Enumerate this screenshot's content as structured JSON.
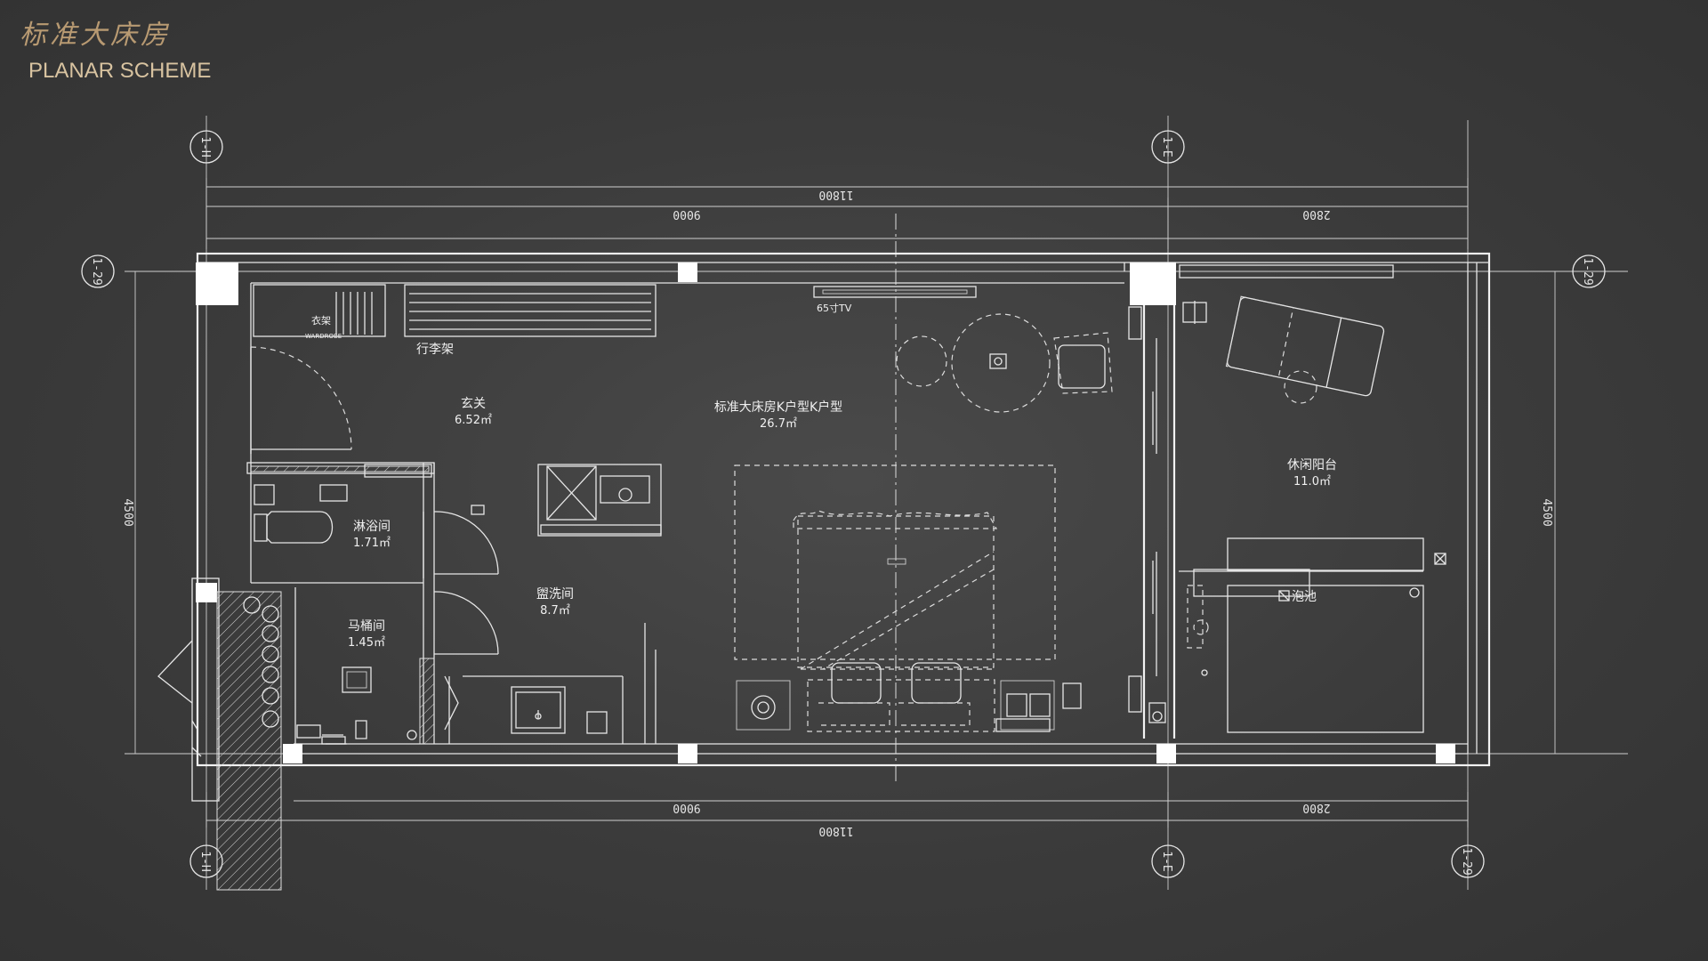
{
  "brand": {
    "title_cn": "标准大床房",
    "title_en": "PLANAR SCHEME"
  },
  "rooms": {
    "main": {
      "name": "标准大床房K户型K户型",
      "area": "26.7㎡"
    },
    "foyer": {
      "name": "玄关",
      "area": "6.52㎡"
    },
    "shower": {
      "name": "淋浴间",
      "area": "1.71㎡"
    },
    "toilet": {
      "name": "马桶间",
      "area": "1.45㎡"
    },
    "washroom": {
      "name": "盥洗间",
      "area": "8.7㎡"
    },
    "balcony": {
      "name": "休闲阳台",
      "area": "11.0㎡"
    }
  },
  "labels": {
    "wardrobe_cn": "衣架",
    "wardrobe_en": "WARDROBE",
    "luggage": "行李架",
    "tv": "65寸TV",
    "bath": "泡池"
  },
  "dimensions": {
    "total_top": "11800",
    "seg_left_top": "9000",
    "seg_right_top": "2800",
    "total_bottom": "11800",
    "seg_left_bottom": "9000",
    "seg_right_bottom": "2800",
    "depth_left": "4500",
    "depth_right": "4500"
  },
  "axes": {
    "left_top": "1-H",
    "mid_top": "1-E",
    "right_side_top": "1-29",
    "left_side_top": "1-29",
    "left_bottom": "1-H",
    "mid_bottom": "1-E",
    "right_bottom": "1-29"
  },
  "colors": {
    "background": "#3a3a3a",
    "linework": "#e6e6e6",
    "brand_gold": "#b89a72"
  }
}
